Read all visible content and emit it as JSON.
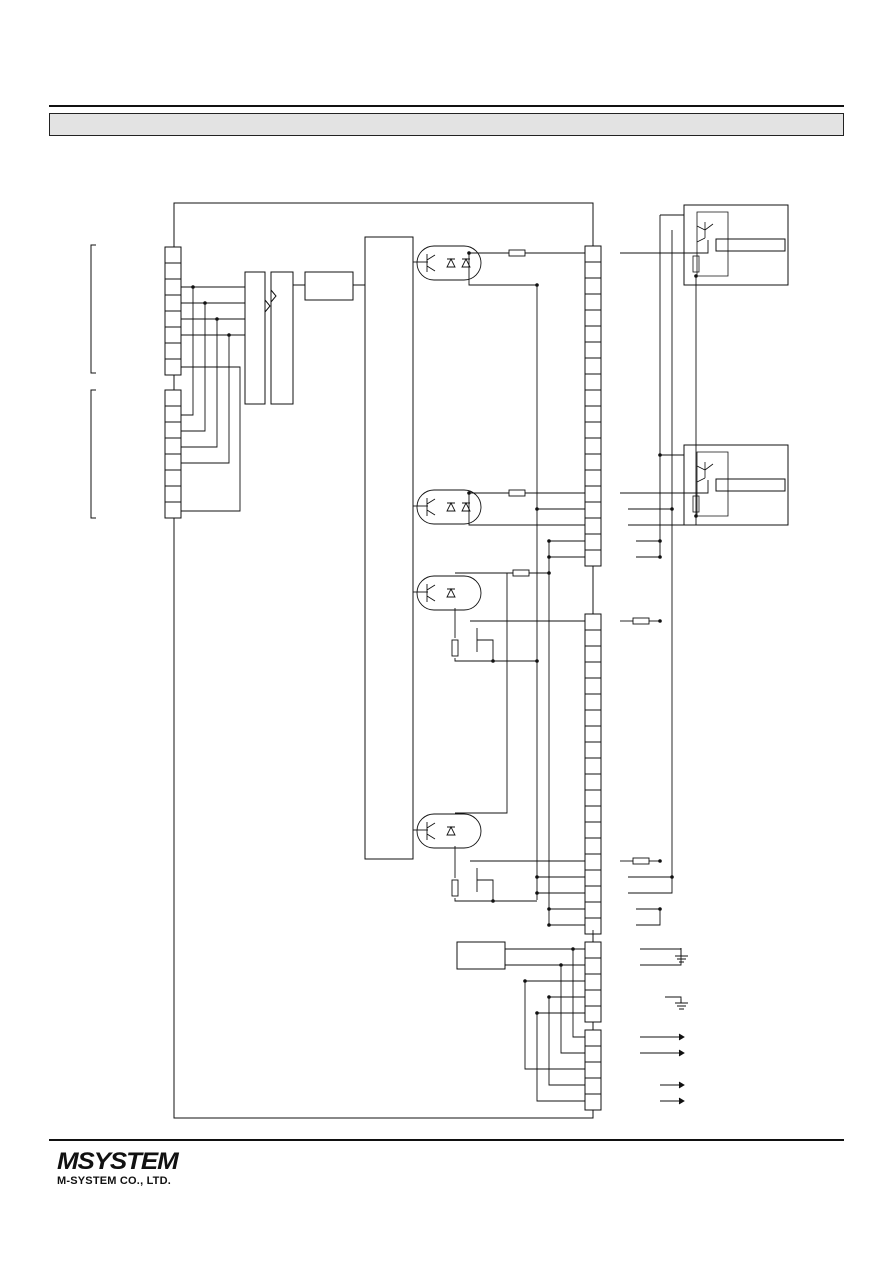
{
  "page": {
    "section_title": ""
  },
  "footer": {
    "logo_text": "MSYSTEM",
    "company_name": "M-SYSTEM CO., LTD."
  },
  "diagram": {
    "left_connector_upper_terminals": 8,
    "left_connector_lower_terminals": 8,
    "right_terminal_block_top_terminals": 20,
    "right_terminal_block_middle_terminals": 20,
    "power_terminal_block_terminals": 5,
    "bottom_terminal_block_terminals": 5,
    "isolated_outputs": 2,
    "isolated_inputs": 2
  }
}
